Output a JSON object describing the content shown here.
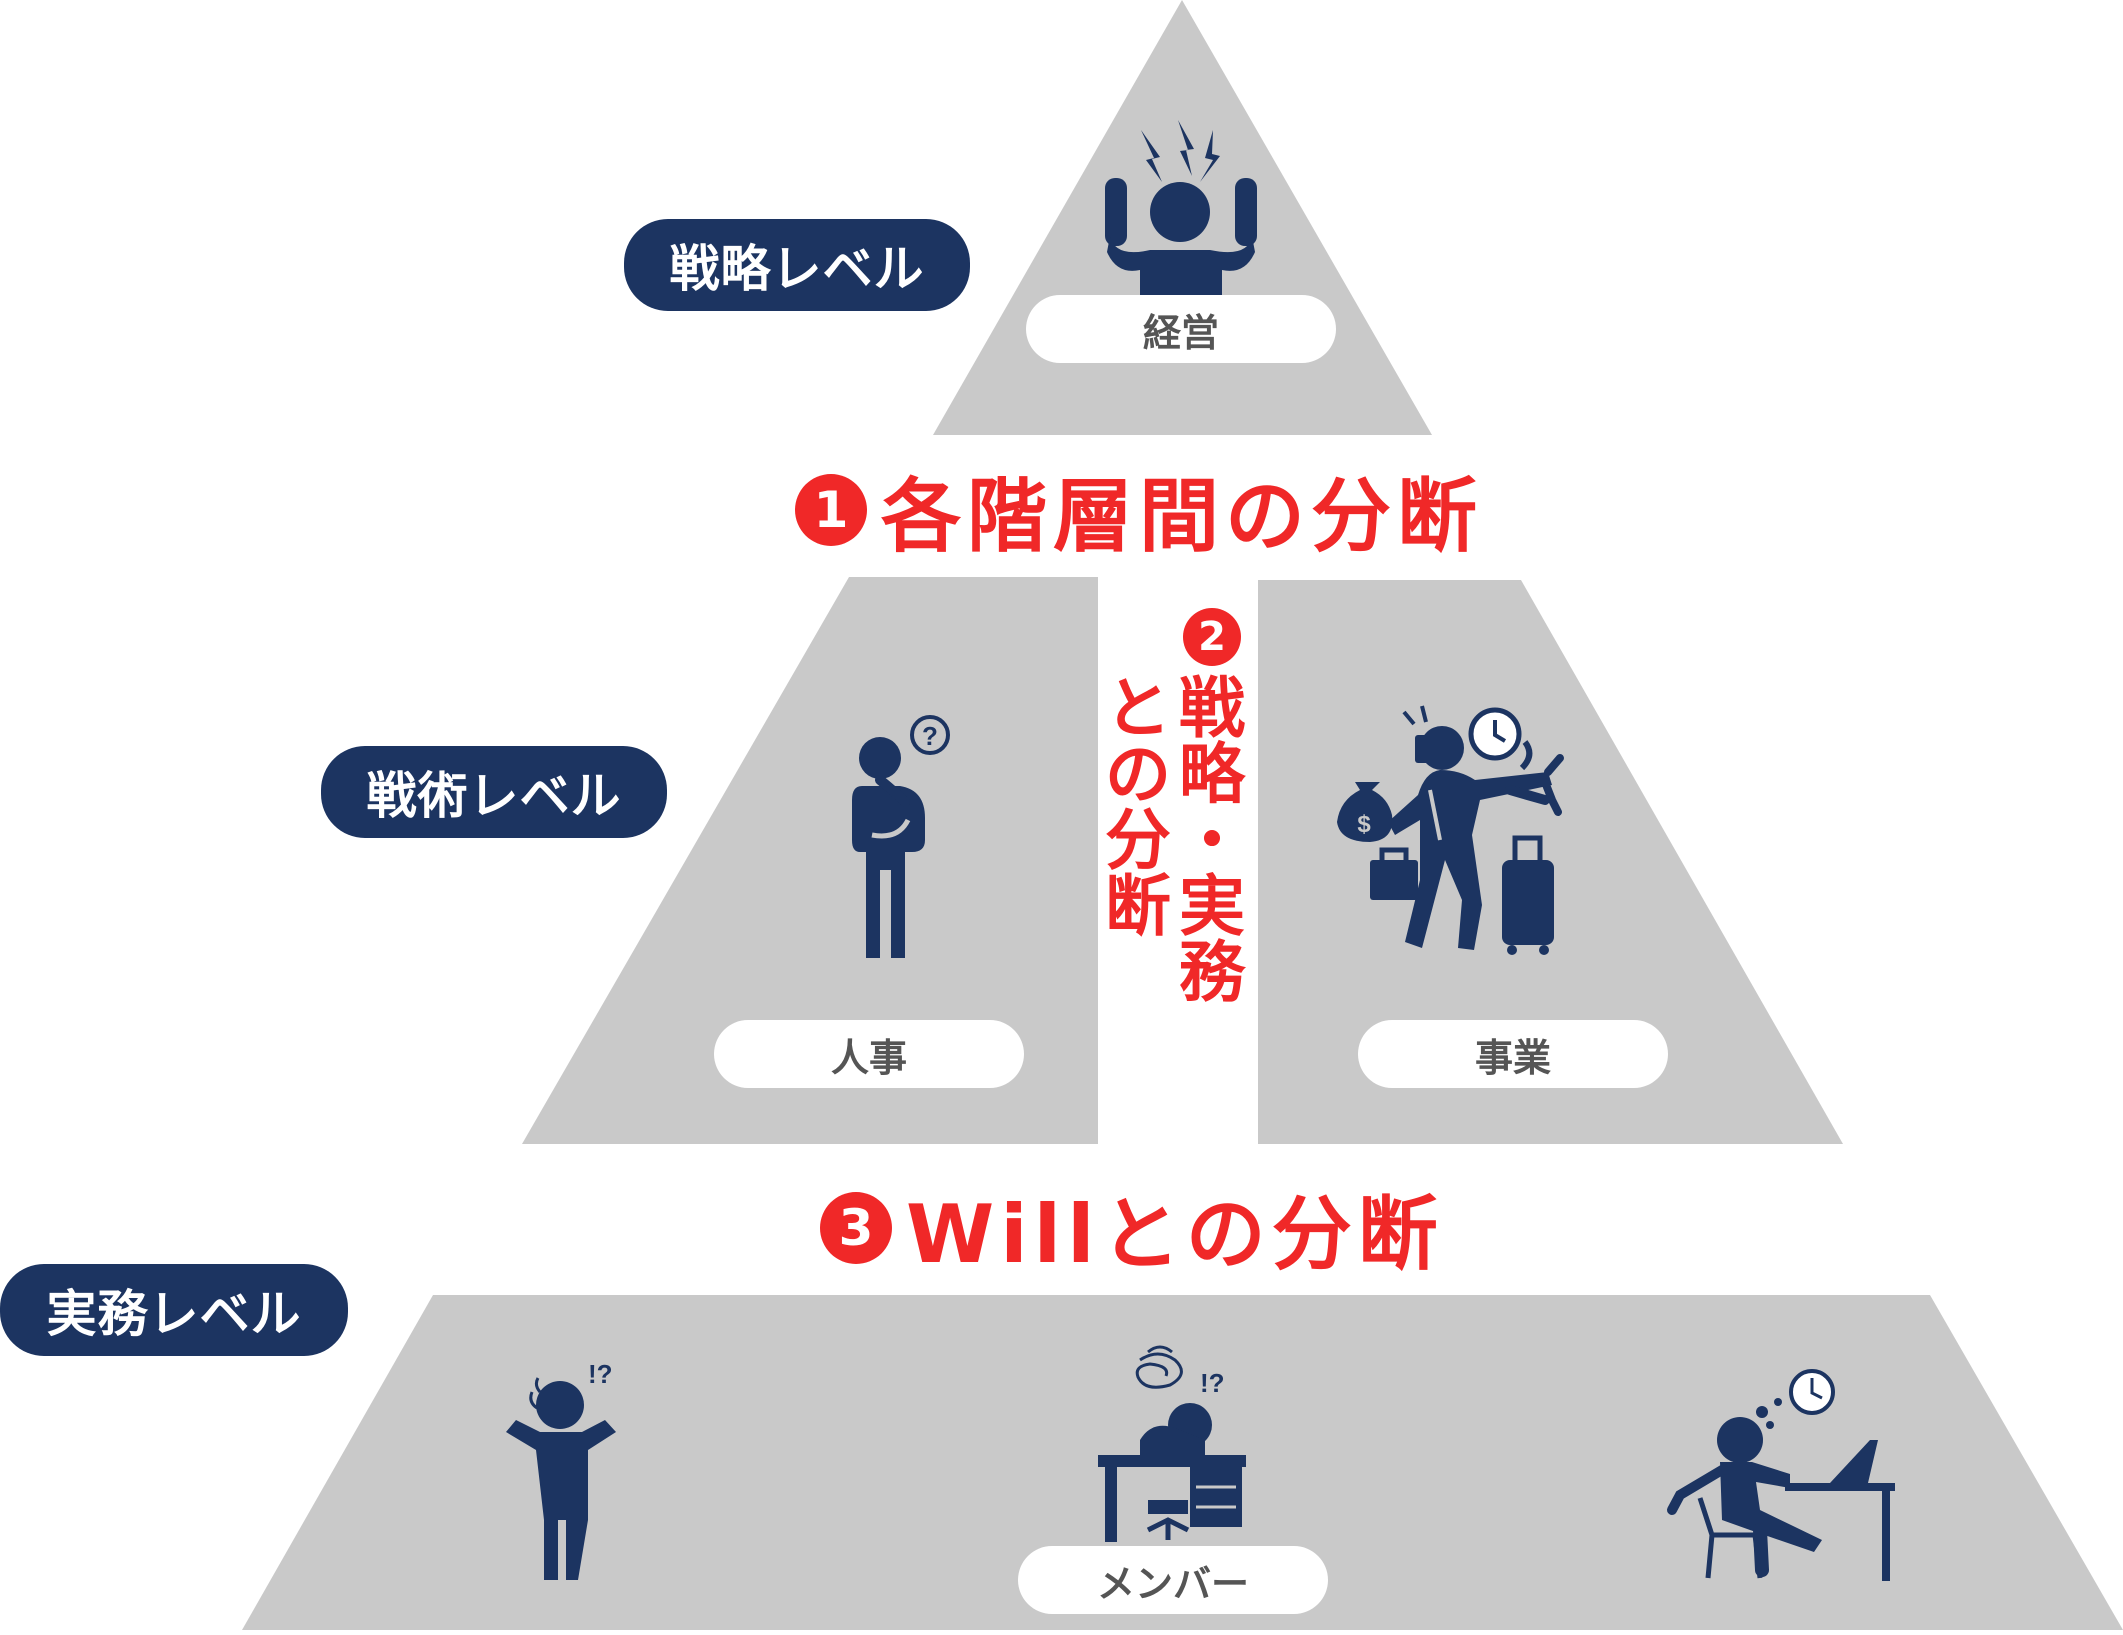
{
  "levels": {
    "strategy": "戦略レベル",
    "tactics": "戦術レベル",
    "operations": "実務レベル"
  },
  "roles": {
    "management": "経営",
    "hr": "人事",
    "business": "事業",
    "member": "メンバー"
  },
  "divisions": {
    "d1": {
      "number": "1",
      "text": "各階層間の分断"
    },
    "d2": {
      "number": "2",
      "col_right": [
        "戦",
        "略",
        "・",
        "実",
        "務"
      ],
      "col_left": [
        "と",
        "の",
        "分",
        "断"
      ]
    },
    "d3": {
      "number": "3",
      "text": "Willとの分断"
    }
  },
  "marks": {
    "question": "?",
    "surprise": "!?",
    "dollar": "$"
  },
  "colors": {
    "navy": "#1c3461",
    "red": "#f02828",
    "gray": "#c9c9c9"
  }
}
